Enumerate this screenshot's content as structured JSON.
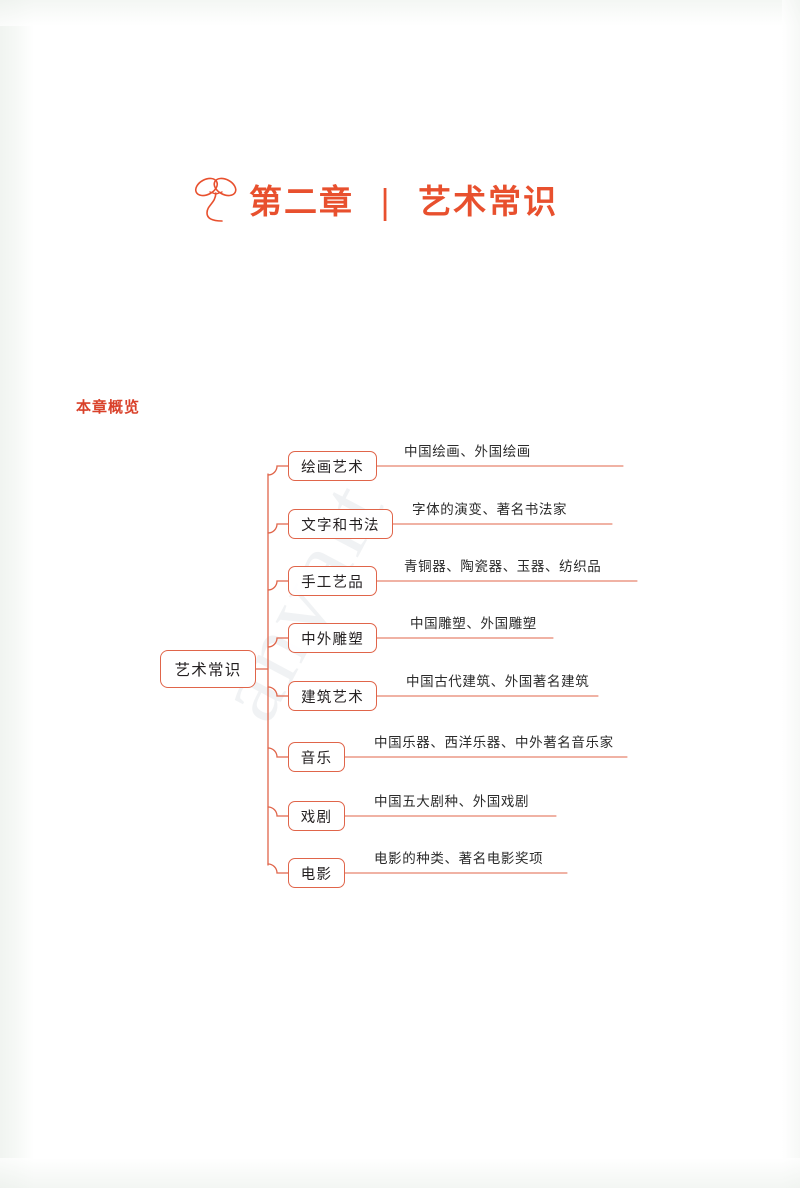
{
  "page": {
    "background_color": "#ffffff",
    "accent_color": "#e8502e",
    "node_border_color": "#e0654a",
    "connector_color": "#e0654a",
    "text_color": "#231f20",
    "watermark_text": "anyart"
  },
  "header": {
    "icon": "sprout-icon",
    "chapter": "第二章",
    "separator": "|",
    "title": "艺术常识"
  },
  "section": {
    "label": "本章概览"
  },
  "mindmap": {
    "root": "艺术常识",
    "branches": [
      {
        "node": "绘画艺术",
        "detail": "中国绘画、外国绘画"
      },
      {
        "node": "文字和书法",
        "detail": "字体的演变、著名书法家"
      },
      {
        "node": "手工艺品",
        "detail": "青铜器、陶瓷器、玉器、纺织品"
      },
      {
        "node": "中外雕塑",
        "detail": "中国雕塑、外国雕塑"
      },
      {
        "node": "建筑艺术",
        "detail": "中国古代建筑、外国著名建筑"
      },
      {
        "node": "音乐",
        "detail": "中国乐器、西洋乐器、中外著名音乐家"
      },
      {
        "node": "戏剧",
        "detail": "中国五大剧种、外国戏剧"
      },
      {
        "node": "电影",
        "detail": "电影的种类、著名电影奖项"
      }
    ]
  }
}
